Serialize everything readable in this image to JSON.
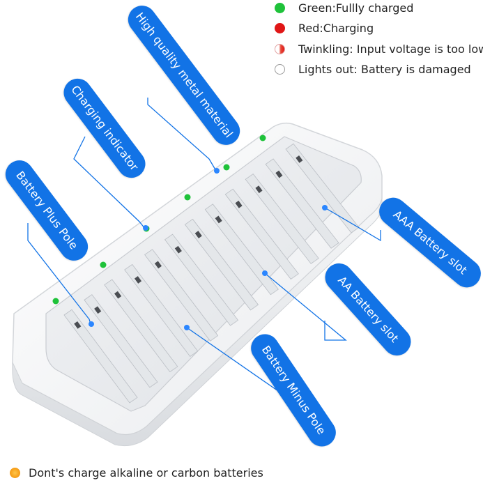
{
  "legend": [
    {
      "color": "green",
      "label": "Green:Fullly charged"
    },
    {
      "color": "red",
      "label": "Red:Charging"
    },
    {
      "color": "twinkling",
      "label": "Twinkling: Input voltage is too low"
    },
    {
      "color": "off",
      "label": "Lights out: Battery is damaged"
    }
  ],
  "callouts": {
    "metal": "High quality metal material",
    "indicator": "Charging indicator",
    "plus": "Battery Plus Pole",
    "aaa": "AAA Battery slot",
    "aa": "AA Battery slot",
    "minus": "Battery Minus Pole"
  },
  "footer": {
    "warning": "Dont's charge alkaline or carbon batteries"
  },
  "colors": {
    "accent": "#1273e6",
    "led_green": "#1fc23a"
  }
}
